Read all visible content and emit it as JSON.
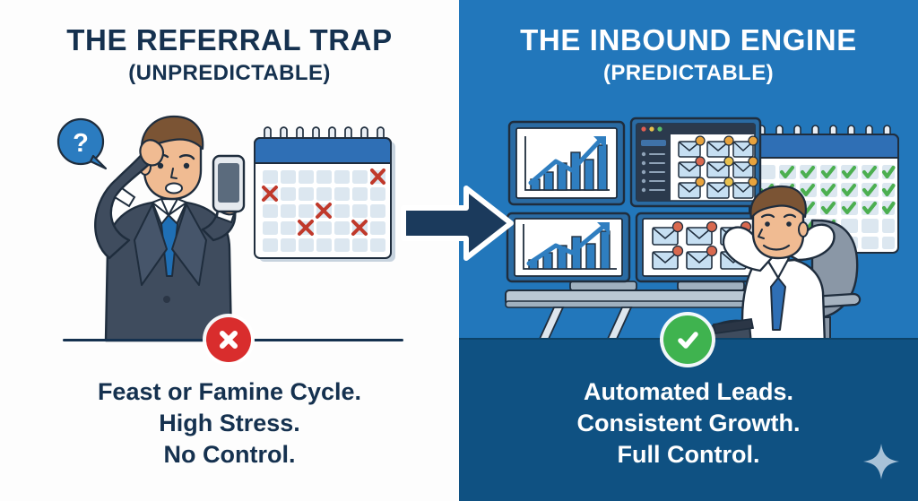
{
  "left": {
    "title": "THE REFERRAL TRAP",
    "subtitle": "(UNPREDICTABLE)",
    "caption_line1": "Feast or Famine Cycle.",
    "caption_line2": "High Stress.",
    "caption_line3": "No Control.",
    "badge_icon": "x-mark-icon",
    "bubble_text": "?",
    "background_color": "#fdfdfd",
    "title_color": "#15314f",
    "badge_color": "#d92d2d",
    "calendar": {
      "columns": 7,
      "rows": 5,
      "header_color": "#2f6fb5",
      "cell_color": "#dce7f0",
      "mark_icon": "red-x-mark",
      "mark_color": "#c0392b",
      "marked_cells": [
        [
          0,
          6
        ],
        [
          1,
          0
        ],
        [
          2,
          3
        ],
        [
          3,
          2
        ],
        [
          3,
          5
        ]
      ],
      "ring_count": 9
    },
    "person": {
      "description": "worried-businessman",
      "suit_color": "#3f4c5e",
      "tie_color": "#1f6fb5",
      "skin_color": "#f0bb92",
      "hair_color": "#7b5434",
      "device": "smartphone"
    }
  },
  "right": {
    "title": "THE INBOUND ENGINE",
    "subtitle": "(PREDICTABLE)",
    "caption_line1": "Automated Leads.",
    "caption_line2": "Consistent Growth.",
    "caption_line3": "Full Control.",
    "badge_icon": "check-mark-icon",
    "background_color": "#2277bb",
    "band_color": "#0f5182",
    "title_color": "#ffffff",
    "badge_color": "#3fb34f",
    "sparkle_color": "#a8c2d8",
    "monitors": [
      {
        "id": "monitor-chart-top",
        "content": "growth-bar-chart",
        "bars": [
          12,
          22,
          34,
          52,
          40,
          62,
          78
        ]
      },
      {
        "id": "monitor-email-top",
        "content": "email-inbox-grid",
        "grid_rows": 3,
        "grid_cols": 3,
        "badge_color": "#e8a33d"
      },
      {
        "id": "monitor-chart-bottom",
        "content": "growth-bar-chart",
        "bars": [
          12,
          22,
          34,
          52,
          40,
          62,
          78
        ]
      },
      {
        "id": "monitor-email-bottom",
        "content": "email-grid",
        "grid_rows": 2,
        "grid_cols": 3,
        "badge_color": "#d9694f"
      }
    ],
    "calendar": {
      "columns": 7,
      "rows": 5,
      "header_color": "#2f6fb5",
      "cell_color": "#dce7f0",
      "mark_icon": "green-check-mark",
      "mark_color": "#4caf50",
      "empty_cells": [
        [
          0,
          0
        ],
        [
          3,
          5
        ],
        [
          3,
          6
        ],
        [
          4,
          0
        ],
        [
          4,
          1
        ],
        [
          4,
          2
        ],
        [
          4,
          3
        ],
        [
          4,
          4
        ],
        [
          4,
          5
        ],
        [
          4,
          6
        ]
      ],
      "ring_count": 9
    },
    "person": {
      "description": "relaxed-businessman",
      "shirt_color": "#ffffff",
      "tie_color": "#2f6fb5",
      "skin_color": "#f0bb92",
      "hair_color": "#7b5434",
      "pose": "hands-behind-head",
      "chair_color": "#8a97a6"
    }
  },
  "arrow": {
    "icon": "right-arrow-icon",
    "color": "#1b3a5c",
    "outline_color": "#ffffff"
  }
}
